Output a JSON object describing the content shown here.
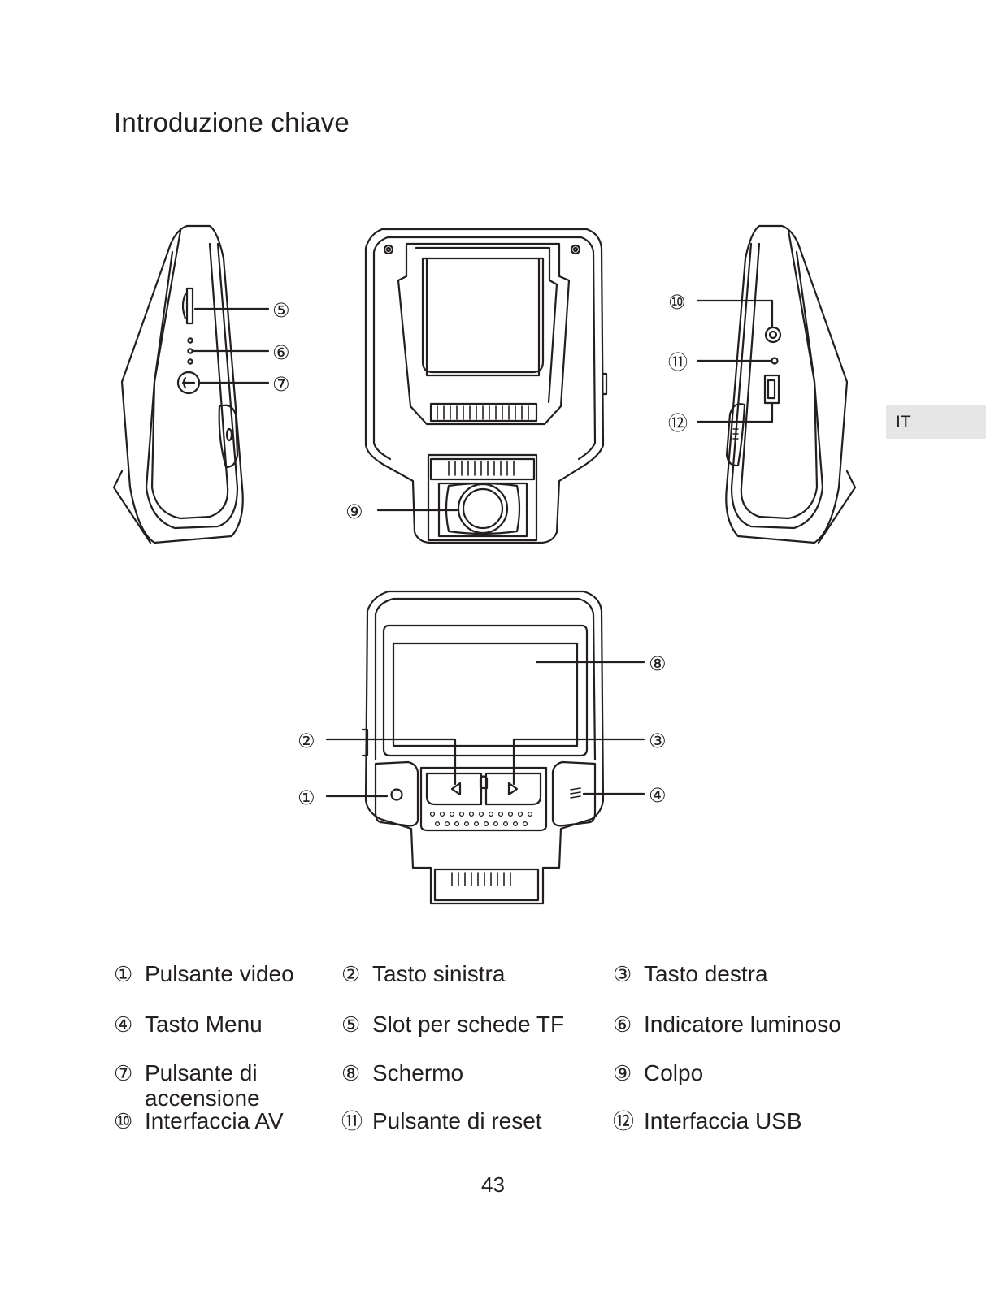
{
  "page": {
    "title": "Introduzione chiave",
    "language_tab": "IT",
    "page_number": "43"
  },
  "callouts": {
    "c1": "①",
    "c2": "②",
    "c3": "③",
    "c4": "④",
    "c5": "⑤",
    "c6": "⑥",
    "c7": "⑦",
    "c8": "⑧",
    "c9": "⑨",
    "c10": "⑩",
    "c11": "⑪",
    "c12": "⑫"
  },
  "legend": [
    {
      "num": "①",
      "text": "Pulsante video"
    },
    {
      "num": "②",
      "text": "Tasto sinistra"
    },
    {
      "num": "③",
      "text": "Tasto destra"
    },
    {
      "num": "④",
      "text": "Tasto Menu"
    },
    {
      "num": "⑤",
      "text": "Slot per schede TF"
    },
    {
      "num": "⑥",
      "text": "Indicatore luminoso"
    },
    {
      "num": "⑦",
      "text": "Pulsante di accensione"
    },
    {
      "num": "⑧",
      "text": "Schermo"
    },
    {
      "num": "⑨",
      "text": "Colpo"
    },
    {
      "num": "⑩",
      "text": "Interfaccia AV"
    },
    {
      "num": "⑪",
      "text": "Pulsante di reset"
    },
    {
      "num": "⑫",
      "text": "Interfaccia USB"
    }
  ],
  "colors": {
    "ink": "#231f20",
    "tab_bg": "#e6e6e7",
    "paper": "#ffffff"
  }
}
